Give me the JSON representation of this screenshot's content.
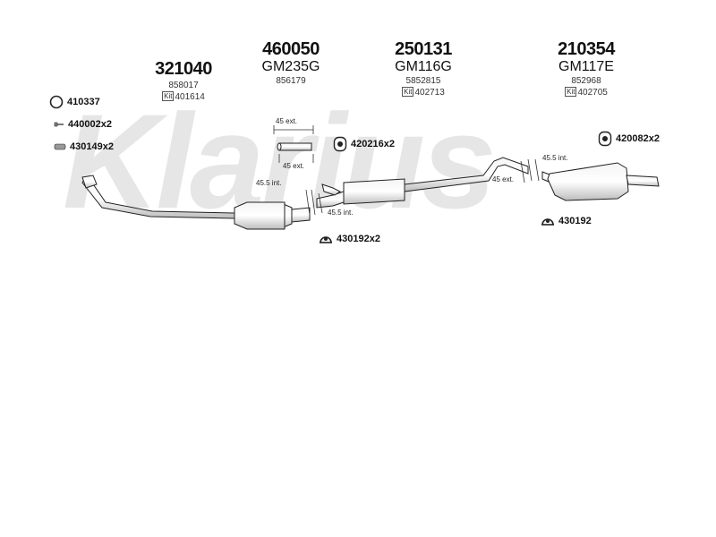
{
  "watermark": "Klarius",
  "parts": [
    {
      "number": "321040",
      "code": "",
      "ref": "858017",
      "kit_label": "Kit",
      "kit": "401614"
    },
    {
      "number": "460050",
      "code": "GM235G",
      "ref": "856179",
      "kit_label": "",
      "kit": ""
    },
    {
      "number": "250131",
      "code": "GM116G",
      "ref": "5852815",
      "kit_label": "Kit",
      "kit": "402713"
    },
    {
      "number": "210354",
      "code": "GM117E",
      "ref": "852968",
      "kit_label": "Kit",
      "kit": "402705"
    }
  ],
  "accessories": [
    {
      "label": "410337",
      "icon": "ring-gasket-icon"
    },
    {
      "label": "440002x2",
      "icon": "bolt-icon"
    },
    {
      "label": "430149x2",
      "icon": "spring-icon"
    },
    {
      "label": "420216x2",
      "icon": "rubber-hanger-icon"
    },
    {
      "label": "420082x2",
      "icon": "rubber-hanger-icon"
    },
    {
      "label": "430192",
      "icon": "clamp-icon"
    },
    {
      "label": "430192x2",
      "icon": "clamp-icon"
    }
  ],
  "dimensions": {
    "d1": "45 ext.",
    "d2": "45 ext.",
    "d3": "45.5 int.",
    "d4": "45.5 int.",
    "d5": "45 ext.",
    "d6": "45.5 int."
  },
  "colors": {
    "line": "#222222",
    "fill": "#ffffff",
    "shade": "#cfcfcf",
    "watermark": "#e6e6e6"
  }
}
